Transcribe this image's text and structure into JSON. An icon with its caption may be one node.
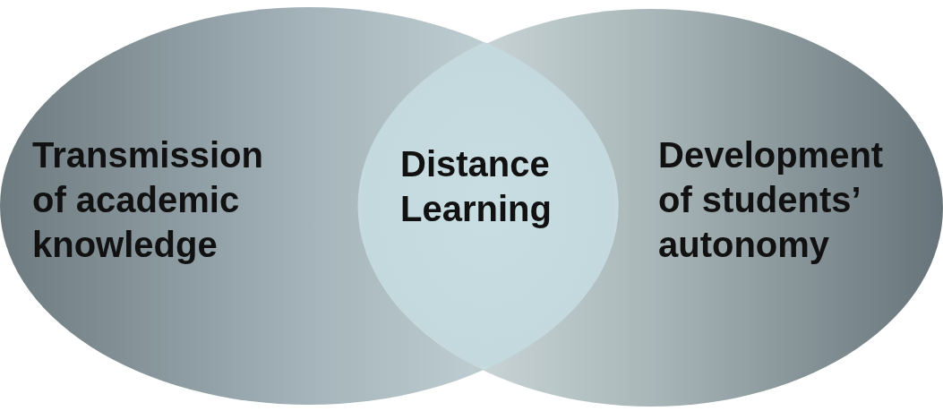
{
  "diagram": {
    "nodes": [
      {
        "text": [
          "Transmission of academic knowledge"
        ]
      },
      {
        "text": [
          "Development of students’ autonomy"
        ]
      },
      {
        "text": [
          "Distance Learning"
        ]
      }
    ]
  }
}
